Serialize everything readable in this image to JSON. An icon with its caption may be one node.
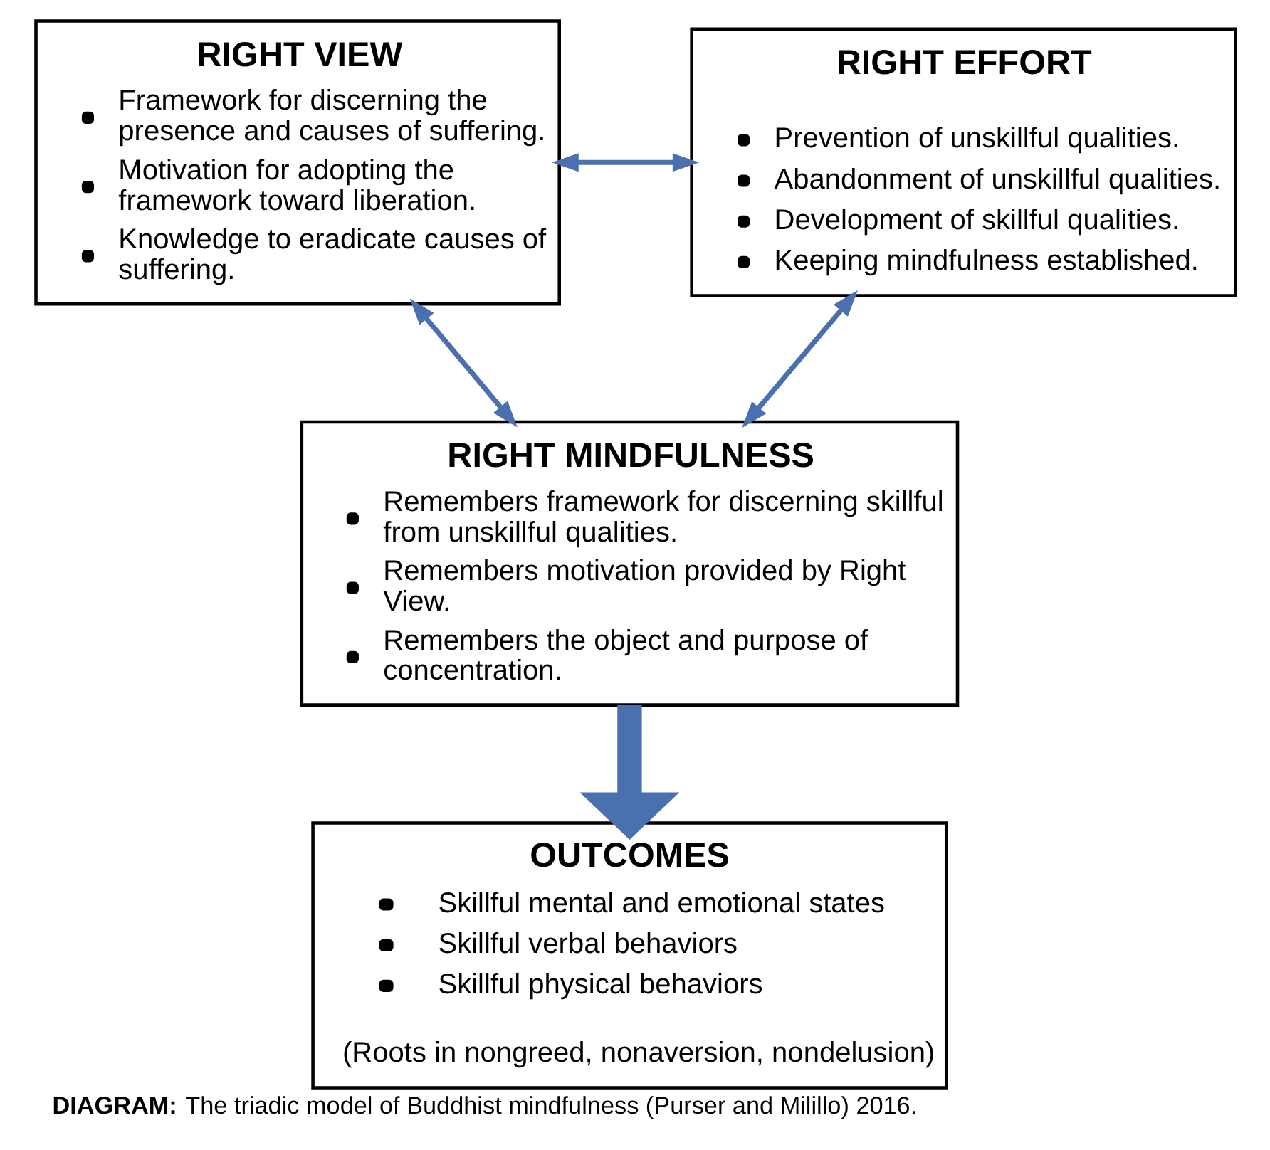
{
  "diagram": {
    "caption": "**DIAGRAM:** The triadic model of Buddhist mindfulness (Purser and Milillo) 2016.",
    "nodes": [
      {
        "text": [
          "RIGHT VIEW",
          "Framework for discerning the presence and causes of suffering.",
          "Motivation for adopting the framework toward liberation.",
          "Knowledge to eradicate causes of suffering."
        ]
      },
      {
        "text": [
          "RIGHT EFFORT",
          "Prevention of unskillful qualities.",
          "Abandonment of unskillful qualities.",
          "Development of skillful qualities.",
          "Keeping mindfulness established."
        ]
      },
      {
        "text": [
          "RIGHT MINDFULNESS",
          "Remembers framework for discerning skillful from unskillful qualities.",
          "Remembers motivation provided by Right View.",
          "Remembers the object and purpose of concentration."
        ]
      },
      {
        "text": [
          "OUTCOMES",
          "Skillful mental and emotional states",
          "Skillful verbal behaviors",
          "Skillful physical behaviors",
          "(Roots in nongreed, nonaversion, nondelusion)"
        ]
      }
    ],
    "edges": [
      {
        "from": 0,
        "to": 1,
        "arrow": "both"
      },
      {
        "from": 0,
        "to": 2,
        "arrow": "both"
      },
      {
        "from": 1,
        "to": 2,
        "arrow": "both"
      },
      {
        "from": 2,
        "to": 3,
        "arrow": "to",
        "style": "thick"
      }
    ]
  }
}
